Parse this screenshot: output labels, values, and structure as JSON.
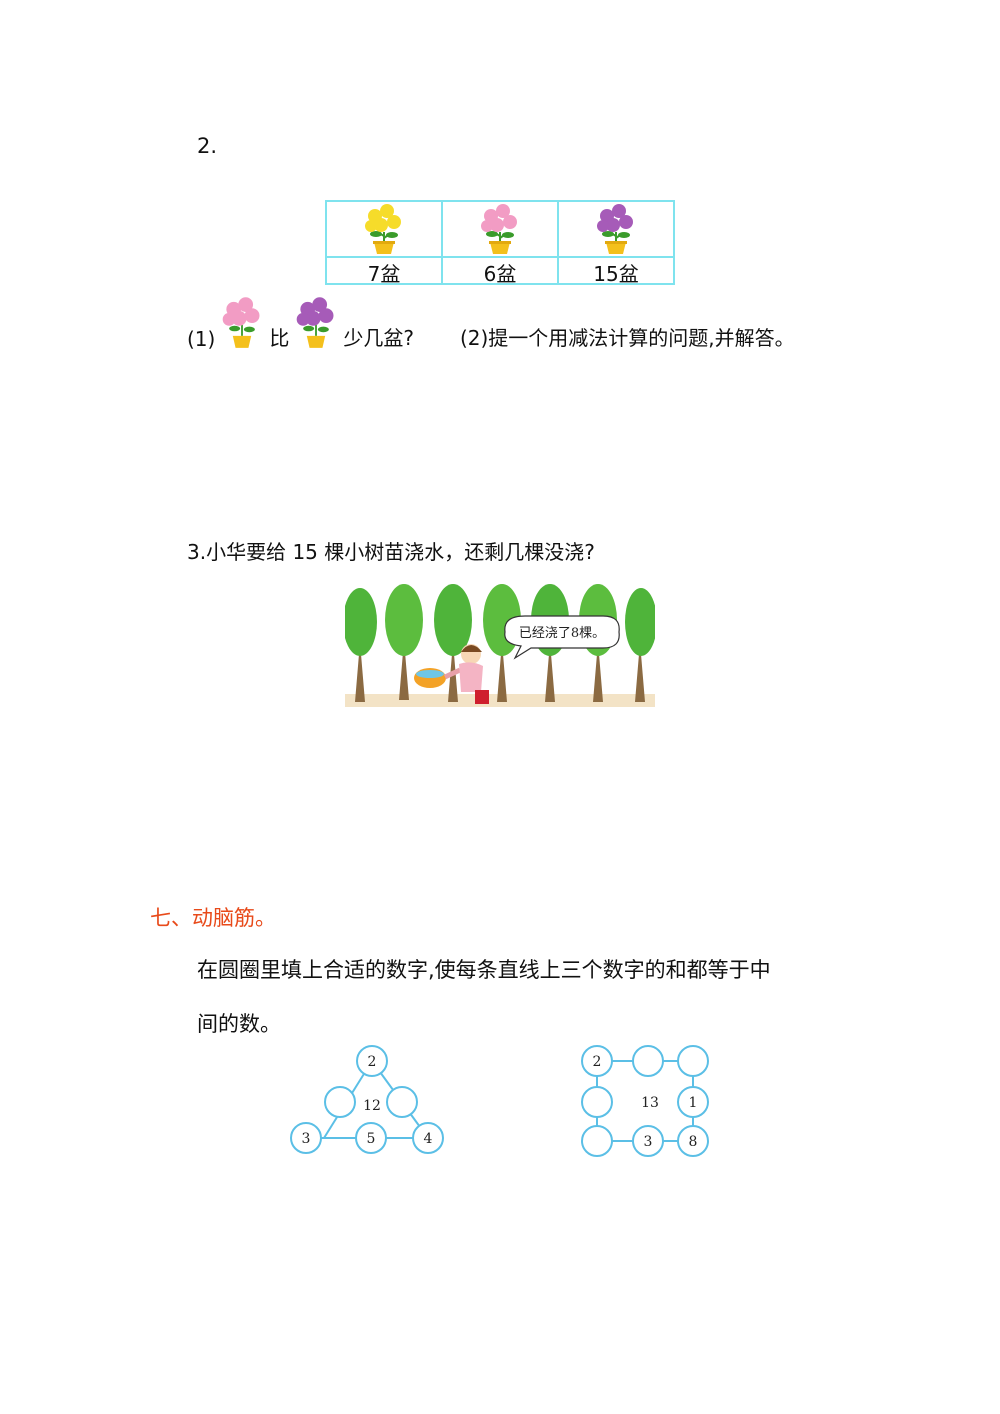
{
  "q2": {
    "number": "2.",
    "table": [
      {
        "label": "7盆",
        "flower": "yellow-flower-pot-icon",
        "color": "#f6dc2a"
      },
      {
        "label": "6盆",
        "flower": "pink-flower-pot-icon",
        "color": "#f29cc4"
      },
      {
        "label": "15盆",
        "flower": "purple-flower-pot-icon",
        "color": "#a65bb8"
      }
    ],
    "part1_prefix": "(1)",
    "part1_compare": "比",
    "part1_suffix": "少几盆?",
    "part2": "(2)提一个用减法计算的问题,并解答。"
  },
  "q3": {
    "text": "3.小华要给 15 棵小树苗浇水，还剩几棵没浇?",
    "speech": "已经浇了8棵。"
  },
  "section7": {
    "title": "七、动脑筋。",
    "instruction_line1": "在圆圈里填上合适的数字,使每条直线上三个数字的和都等于中",
    "instruction_line2": "间的数。",
    "triangle": {
      "center": "12",
      "top": "2",
      "bottom_left": "3",
      "bottom_mid": "5",
      "bottom_right": "4",
      "left_mid": "",
      "right_mid": ""
    },
    "square": {
      "center": "13",
      "top_left": "2",
      "top_mid": "",
      "top_right": "",
      "left_mid": "",
      "right_mid": "1",
      "bottom_left": "",
      "bottom_mid": "3",
      "bottom_right": "8"
    }
  },
  "colors": {
    "table_border": "#7fe3ee",
    "circle_stroke": "#5bbfe6",
    "section_title": "#e84a1a",
    "pot": "#f4c01c"
  }
}
